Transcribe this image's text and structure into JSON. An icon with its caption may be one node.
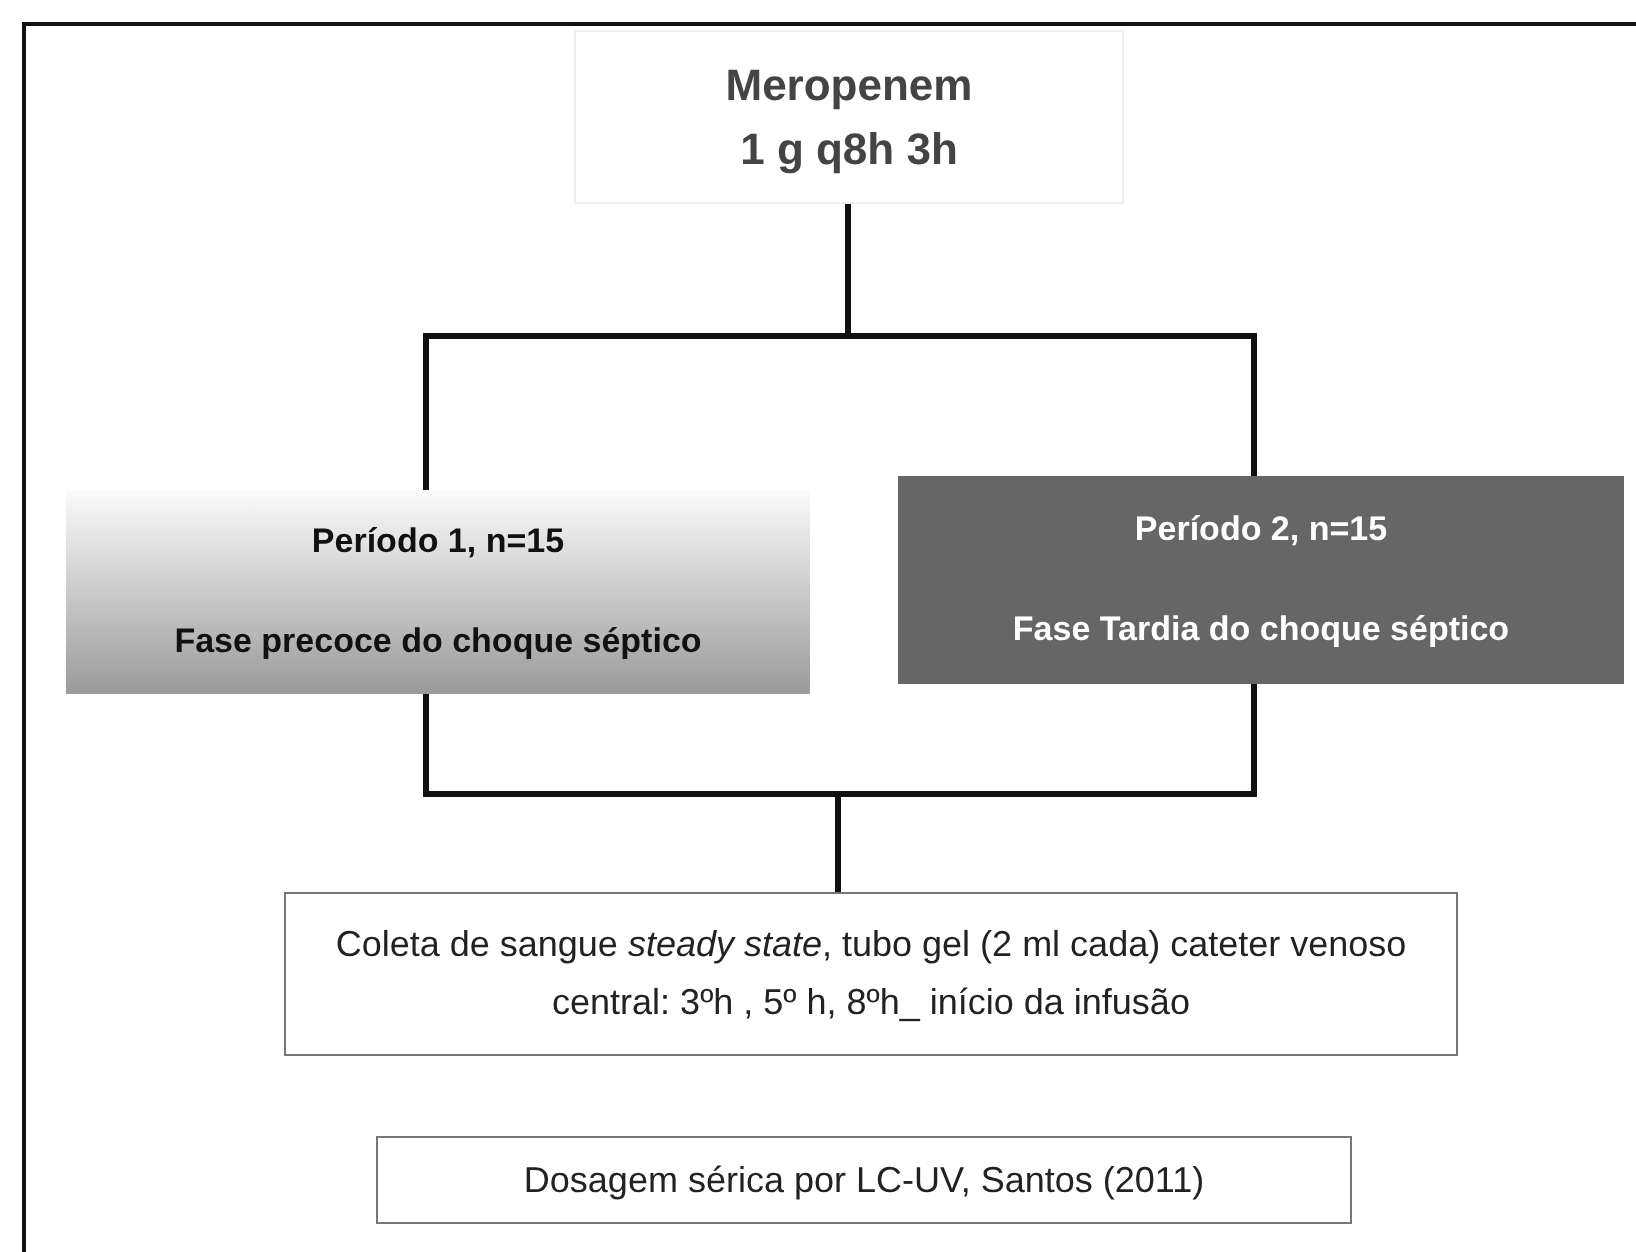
{
  "diagram": {
    "nodes": [
      {
        "text": [
          "Meropenem",
          "1 g q8h 3h"
        ]
      },
      {
        "text": [
          "Período 1, n=15",
          "Fase precoce do choque séptico"
        ]
      },
      {
        "text": [
          "Período 2, n=15",
          "Fase Tardia do choque séptico"
        ]
      },
      {
        "text": [
          "Coleta de sangue *steady state*, tubo gel (2 ml cada) cateter venoso central: 3ºh , 5º h, 8ºh_ início da infusão"
        ]
      },
      {
        "text": [
          "Dosagem sérica por LC-UV, Santos (2011)"
        ]
      }
    ],
    "edges": [
      {
        "from": 0,
        "to": 1,
        "arrow": "none"
      },
      {
        "from": 0,
        "to": 2,
        "arrow": "none"
      },
      {
        "from": 1,
        "to": 3,
        "arrow": "none"
      },
      {
        "from": 2,
        "to": 3,
        "arrow": "none"
      }
    ]
  }
}
